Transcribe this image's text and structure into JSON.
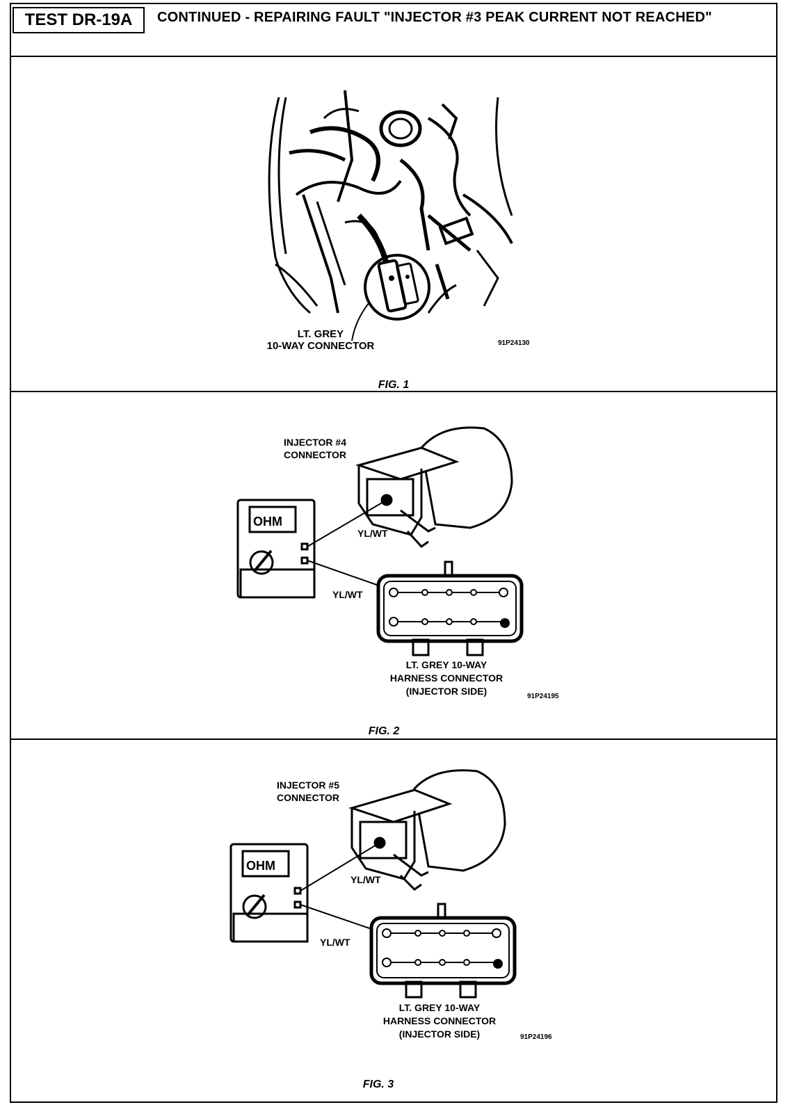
{
  "header": {
    "test_id": "TEST DR-19A",
    "title": "CONTINUED - REPAIRING FAULT \"INJECTOR #3 PEAK CURRENT NOT REACHED\""
  },
  "fig1": {
    "label_line1": "LT. GREY",
    "label_line2": "10-WAY CONNECTOR",
    "code": "91P24130",
    "caption": "FIG. 1"
  },
  "fig2": {
    "injector_line1": "INJECTOR #4",
    "injector_line2": "CONNECTOR",
    "meter_display": "OHM",
    "wire_top": "YL/WT",
    "wire_left": "YL/WT",
    "harness_line1": "LT. GREY 10-WAY",
    "harness_line2": "HARNESS CONNECTOR",
    "harness_line3": "(INJECTOR SIDE)",
    "code": "91P24195",
    "caption": "FIG. 2"
  },
  "fig3": {
    "injector_line1": "INJECTOR #5",
    "injector_line2": "CONNECTOR",
    "meter_display": "OHM",
    "wire_top": "YL/WT",
    "wire_left": "YL/WT",
    "harness_line1": "LT. GREY 10-WAY",
    "harness_line2": "HARNESS CONNECTOR",
    "harness_line3": "(INJECTOR SIDE)",
    "code": "91P24196",
    "caption": "FIG. 3"
  }
}
